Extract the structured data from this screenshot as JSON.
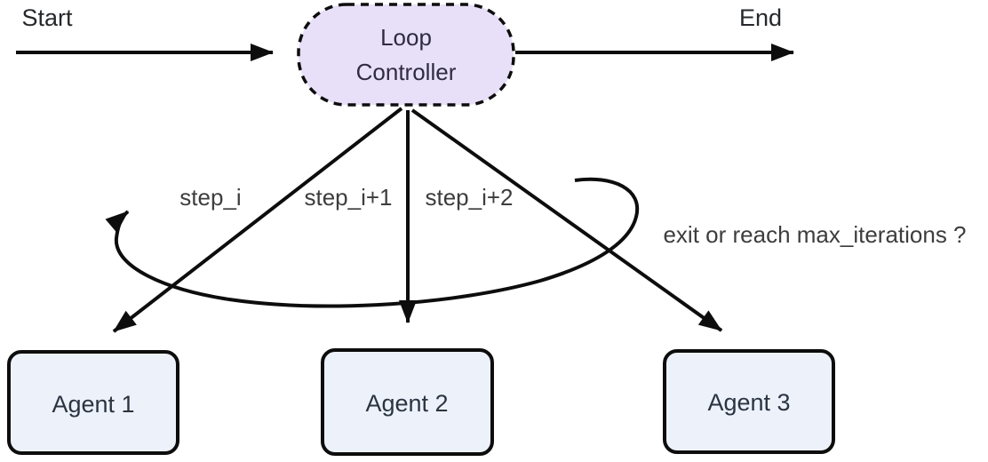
{
  "diagram_title": "loop-controller-flow",
  "colors": {
    "background": "#ffffff",
    "edge": "#0d0d0d",
    "node_fill": "#e8e0f8",
    "node_border": "#0d0d0d",
    "node_text": "#2f2b40",
    "agent_fill": "#edf2fa",
    "agent_border": "#0d0d0d",
    "agent_text": "#2b3442",
    "endpoint_text": "#26282b",
    "label_text": "#3d3d3d"
  },
  "endpoints": {
    "start": "Start",
    "end": "End"
  },
  "controller": {
    "line1": "Loop",
    "line2": "Controller"
  },
  "edges": {
    "step_labels": [
      "step_i",
      "step_i+1",
      "step_i+2"
    ],
    "loop_label": "exit or reach max_iterations ?"
  },
  "agents": [
    {
      "label": "Agent 1"
    },
    {
      "label": "Agent 2"
    },
    {
      "label": "Agent 3"
    }
  ]
}
